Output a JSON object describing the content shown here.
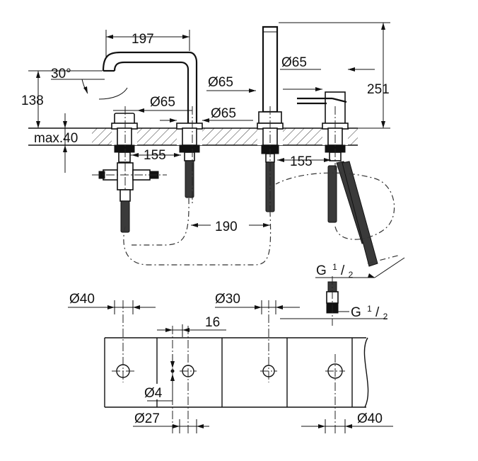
{
  "title": "",
  "dimensions": {
    "width_197": "197",
    "angle_30": "30°",
    "height_138": "138",
    "max_40": "max.40",
    "dia_65_a": "Ø65",
    "dia_65_b": "Ø65",
    "dia_65_c": "Ø65",
    "dia_65_d": "Ø65",
    "height_251": "251",
    "dist_155_a": "155",
    "dist_155_b": "155",
    "dist_190": "190",
    "thread_top_prefix": "G",
    "thread_bottom_prefix": "G",
    "thread_num": "1",
    "thread_den": "2",
    "dia_40_a": "Ø40",
    "dia_30": "Ø30",
    "dist_16": "16",
    "dia_4": "Ø4",
    "dia_27": "Ø27",
    "dia_40_b": "Ø40"
  }
}
